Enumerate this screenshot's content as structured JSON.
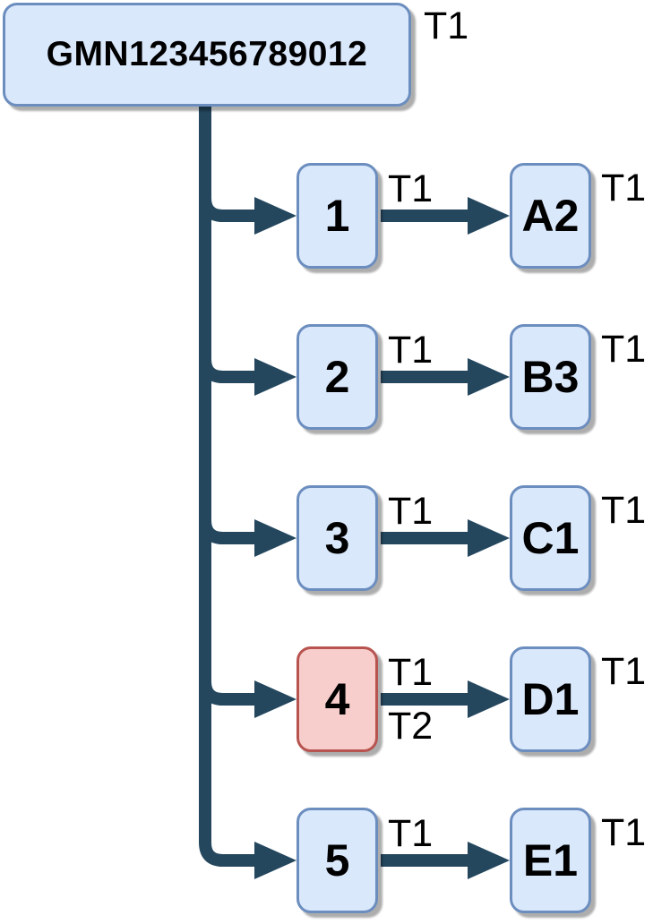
{
  "colors": {
    "connector": "#24475E",
    "node_fill": "#dae8fc",
    "node_border": "#6c8ebf",
    "highlight_fill": "#f8cecc",
    "highlight_border": "#b85450",
    "label_text": "#000000"
  },
  "root": {
    "label": "GMN123456789012",
    "tag": "T1"
  },
  "rows": [
    {
      "source": "1",
      "target": "A2",
      "tag_top": "T1",
      "tag_bottom": "",
      "target_tag": "T1",
      "highlight": false
    },
    {
      "source": "2",
      "target": "B3",
      "tag_top": "T1",
      "tag_bottom": "",
      "target_tag": "T1",
      "highlight": false
    },
    {
      "source": "3",
      "target": "C1",
      "tag_top": "T1",
      "tag_bottom": "",
      "target_tag": "T1",
      "highlight": false
    },
    {
      "source": "4",
      "target": "D1",
      "tag_top": "T1",
      "tag_bottom": "T2",
      "target_tag": "T1",
      "highlight": true
    },
    {
      "source": "5",
      "target": "E1",
      "tag_top": "T1",
      "tag_bottom": "",
      "target_tag": "T1",
      "highlight": false
    }
  ]
}
